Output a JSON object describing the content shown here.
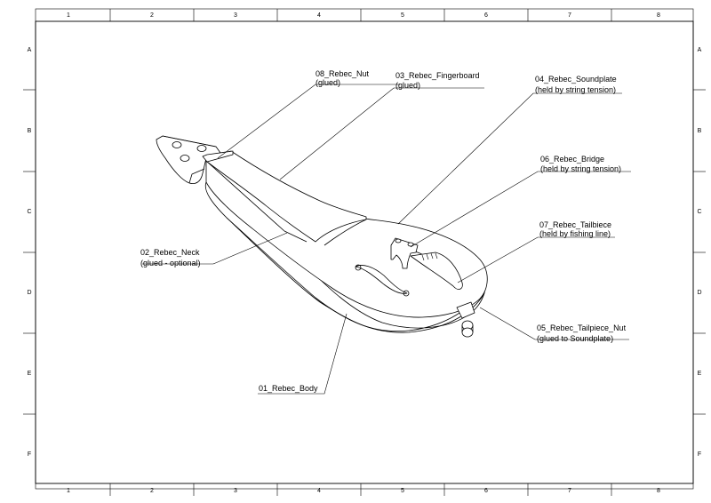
{
  "sheet": {
    "columns": [
      "1",
      "2",
      "3",
      "4",
      "5",
      "6",
      "7",
      "8"
    ],
    "rows": [
      "A",
      "B",
      "C",
      "D",
      "E",
      "F"
    ]
  },
  "callouts": {
    "nut": {
      "name": "08_Rebec_Nut",
      "note": "(glued)"
    },
    "fingerboard": {
      "name": "03_Rebec_Fingerboard",
      "note": "(glued)"
    },
    "soundplate": {
      "name": "04_Rebec_Soundplate",
      "note": "(held by string tension)"
    },
    "bridge": {
      "name": "06_Rebec_Bridge",
      "note": "(held by string tension)"
    },
    "tailbiece": {
      "name": "07_Rebec_Tailbiece",
      "note": "(held by fishing line)"
    },
    "neck": {
      "name": "02_Rebec_Neck",
      "note": "(glued - optional)"
    },
    "tailnut": {
      "name": "05_Rebec_Tailpiece_Nut",
      "note": "(glued  to Soundplate)"
    },
    "body": {
      "name": "01_Rebec_Body",
      "note": ""
    }
  }
}
